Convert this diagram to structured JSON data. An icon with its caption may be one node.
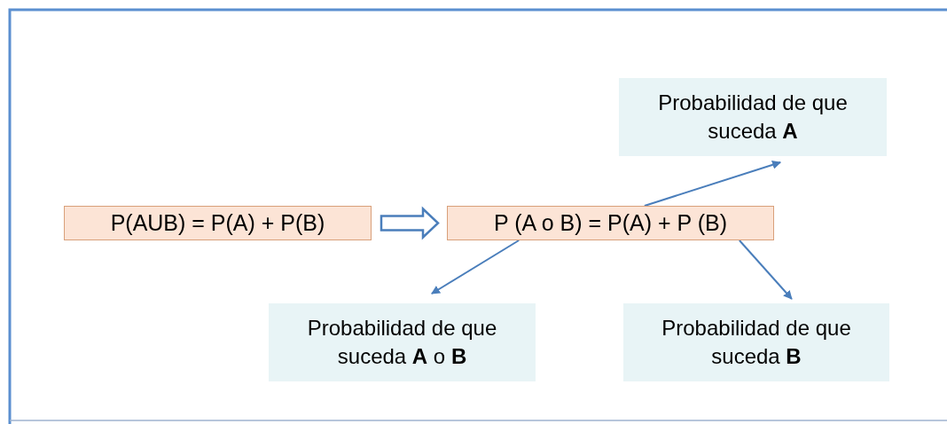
{
  "diagram": {
    "nodes": [
      {
        "text": [
          "P(AUB) = P(A) + P(B)"
        ]
      },
      {
        "text": [
          "P (A o B) = P(A) + P (B)"
        ]
      },
      {
        "text": [
          "Probabilidad de que suceda **A**"
        ]
      },
      {
        "text": [
          "Probabilidad de que suceda **A** o **B**"
        ]
      },
      {
        "text": [
          "Probabilidad de que suceda **B**"
        ]
      }
    ],
    "edges": [
      {
        "from": 0,
        "to": 1,
        "arrow": "to",
        "style": "thick"
      },
      {
        "from": 1,
        "to": 2,
        "arrow": "to"
      },
      {
        "from": 1,
        "to": 3,
        "arrow": "to"
      },
      {
        "from": 1,
        "to": 4,
        "arrow": "to"
      }
    ]
  }
}
